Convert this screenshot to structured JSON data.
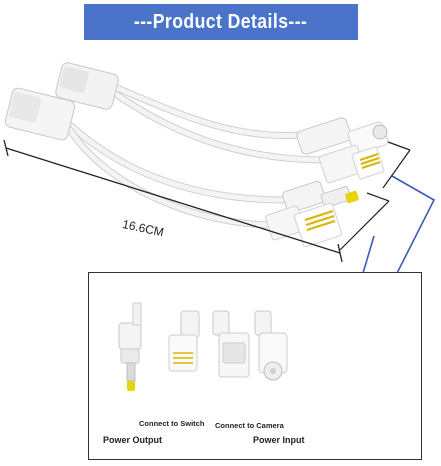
{
  "banner": {
    "title": "---Product Details---"
  },
  "dimension": {
    "length": "16.6CM"
  },
  "inset": {
    "labels": {
      "power_output": "Power Output",
      "connect_to_switch": "Connect to Switch",
      "connect_to_camera": "Connect to Camera",
      "power_input": "Power Input"
    }
  },
  "colors": {
    "banner": "#4a73c9",
    "arrow": "#3b5bb5",
    "cable": "#f2f2f2",
    "dc_tip": "#e8d400"
  }
}
